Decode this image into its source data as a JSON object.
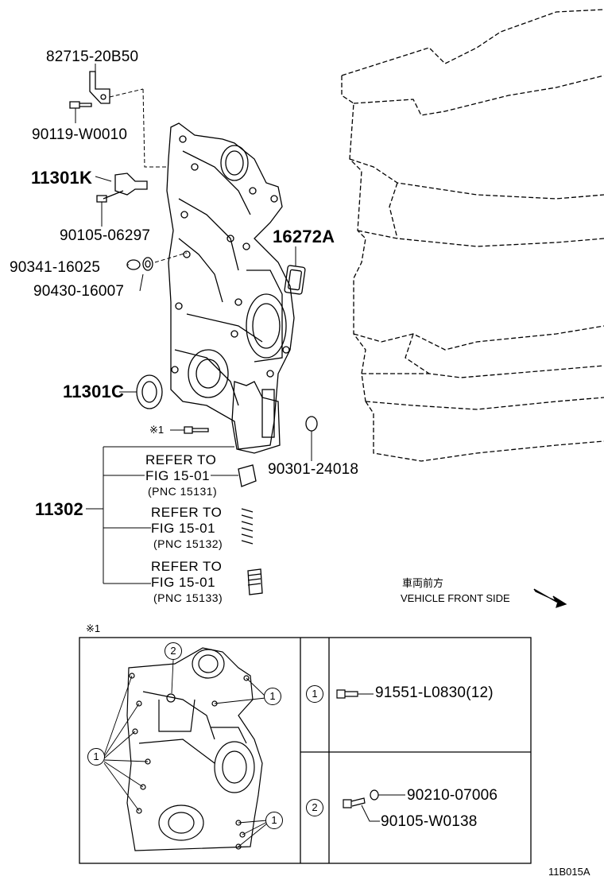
{
  "parts": {
    "p82715": "82715-20B50",
    "p90119": "90119-W0010",
    "p11301K": "11301K",
    "p90105a": "90105-06297",
    "p90341": "90341-16025",
    "p90430": "90430-16007",
    "p16272A": "16272A",
    "p11301C": "11301C",
    "p90301": "90301-24018",
    "p11302": "11302"
  },
  "note_mark": "※1",
  "refer": [
    {
      "line1": "REFER TO",
      "line2": "FIG 15-01",
      "line3": "(PNC 15131)"
    },
    {
      "line1": "REFER TO",
      "line2": "FIG 15-01",
      "line3": "(PNC 15132)"
    },
    {
      "line1": "REFER TO",
      "line2": "FIG 15-01",
      "line3": "(PNC 15133)"
    }
  ],
  "direction": {
    "jp": "車両前方",
    "en": "VEHICLE FRONT SIDE"
  },
  "detail": {
    "mark": "※1",
    "callout1": "1",
    "callout2": "2",
    "row1_part": "91551-L0830(12)",
    "row2_part1": "90210-07006",
    "row2_part2": "90105-W0138"
  },
  "figure_code": "11B015A",
  "colors": {
    "ink": "#000000",
    "paper": "#ffffff"
  }
}
